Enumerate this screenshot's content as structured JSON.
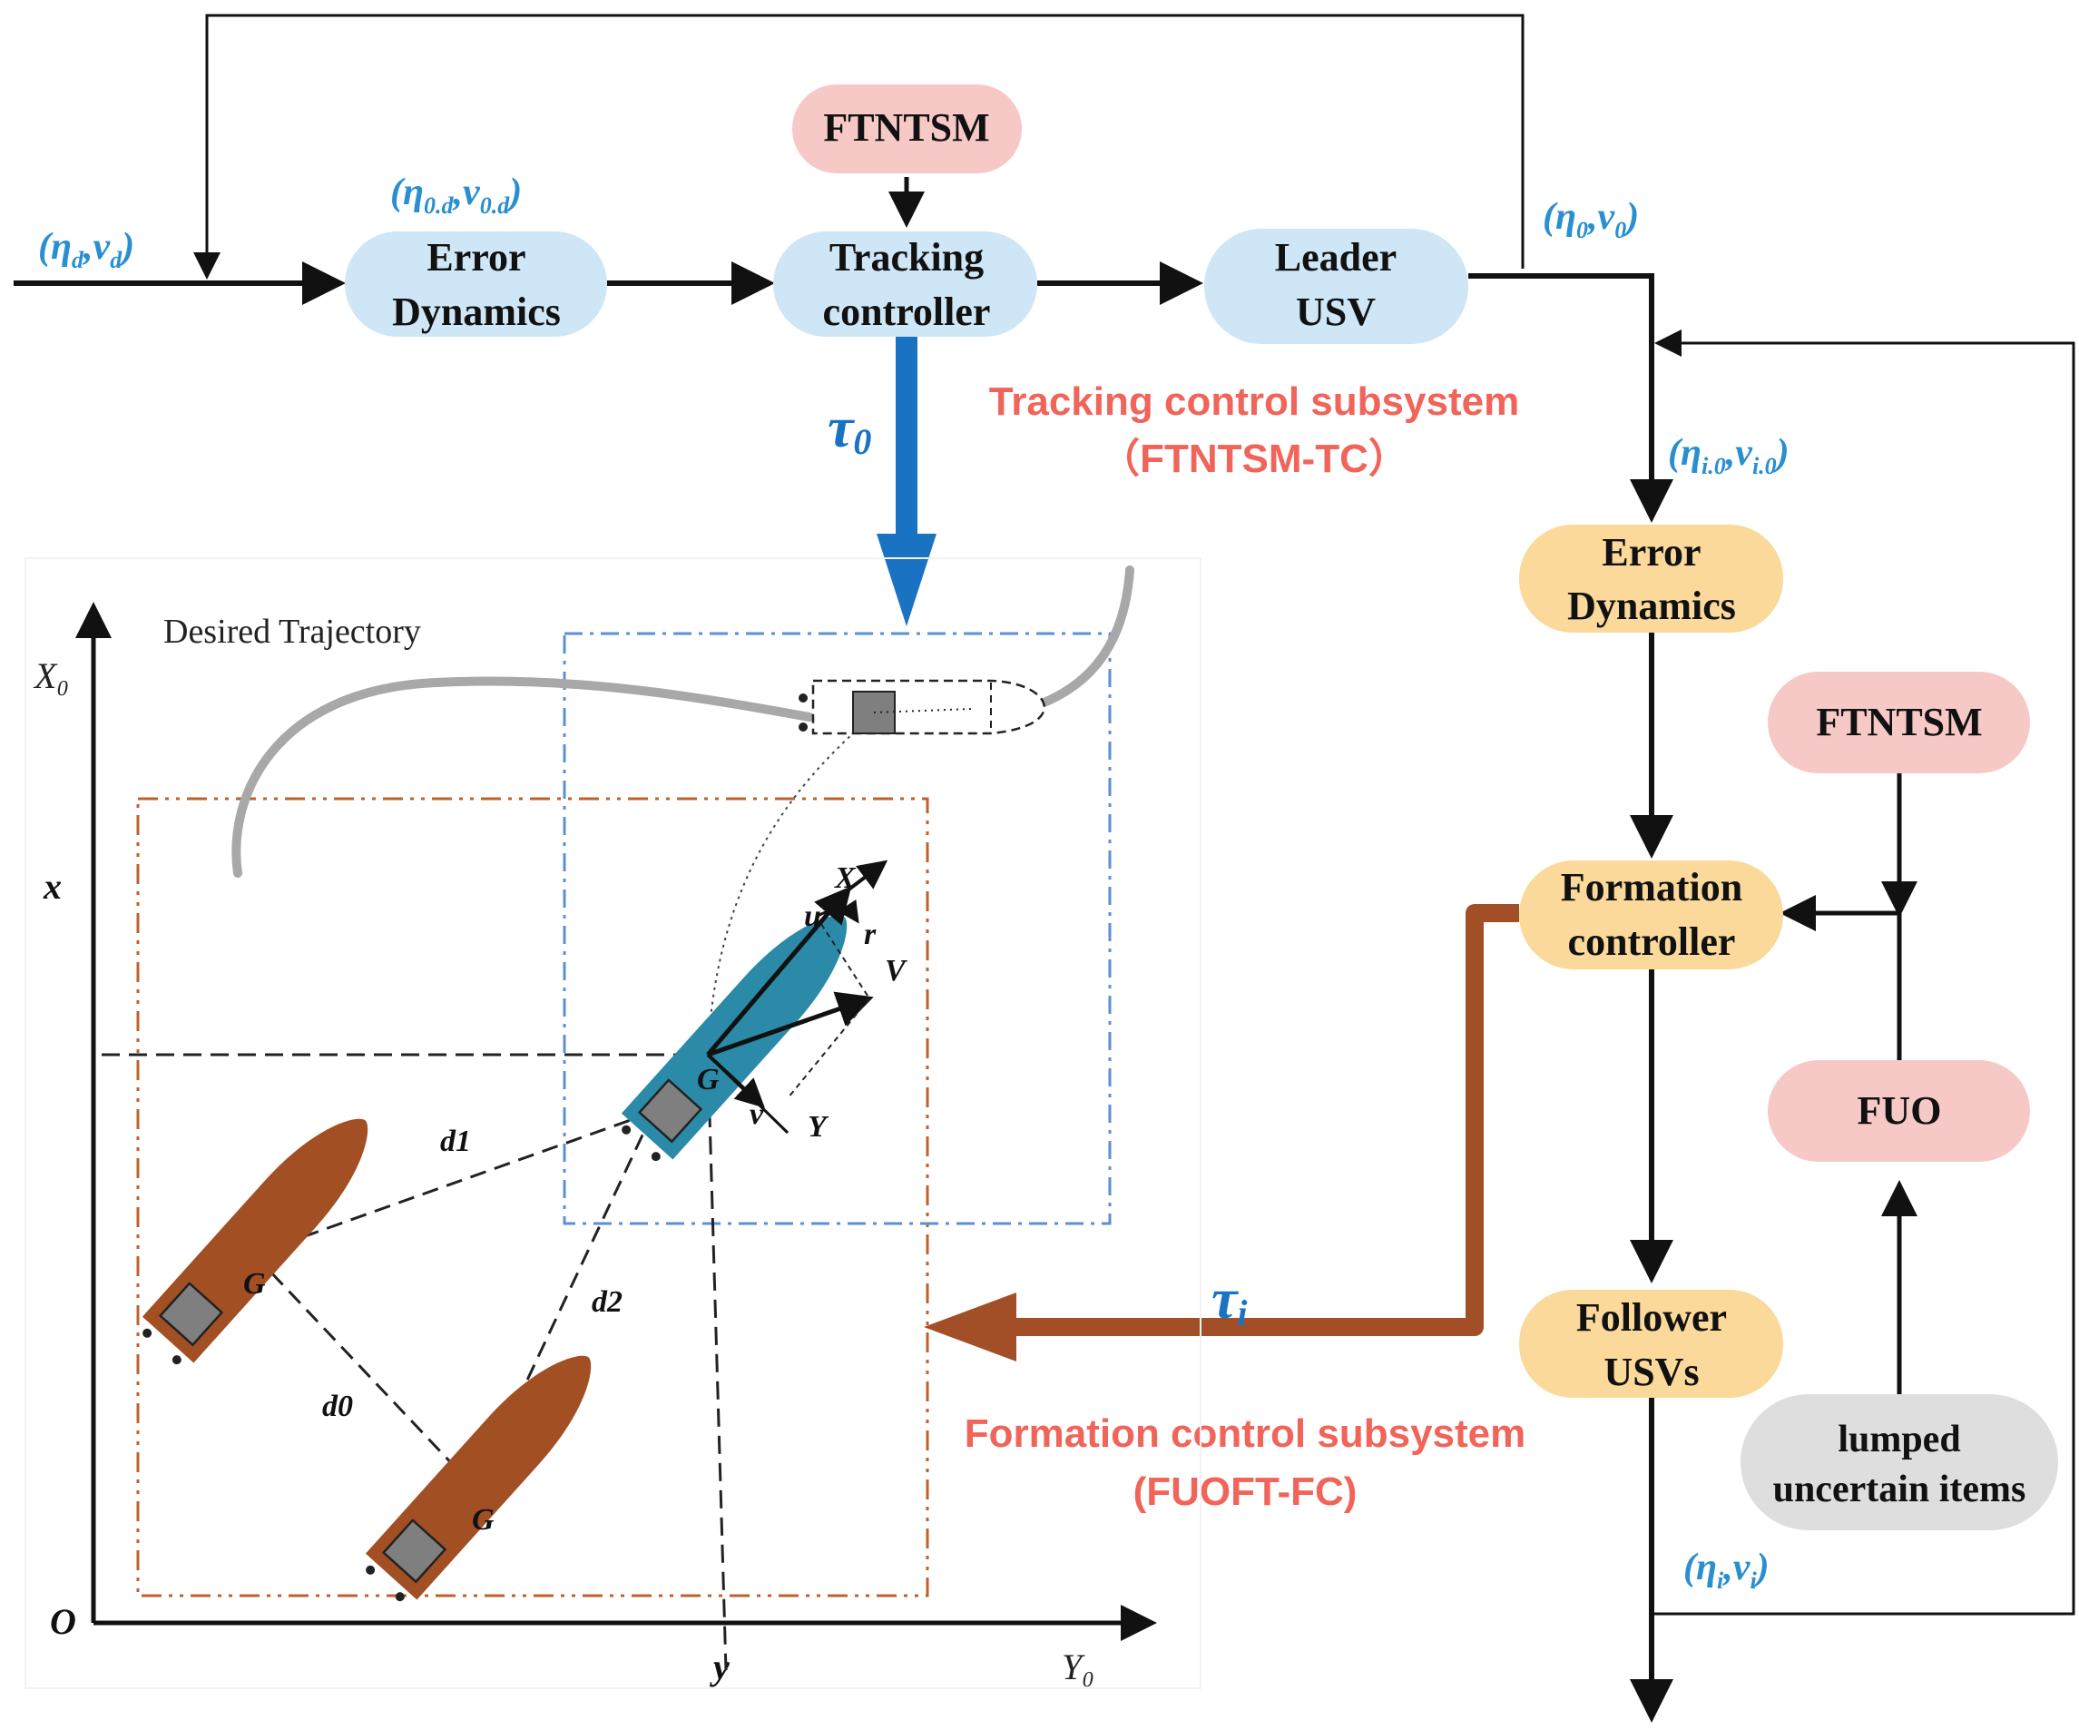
{
  "nodes": {
    "ftntsm_top": "FTNTSM",
    "error_dyn_top": [
      "Error",
      "Dynamics"
    ],
    "tracking_ctrl": [
      "Tracking",
      "controller"
    ],
    "leader_usv": [
      "Leader",
      "USV"
    ],
    "error_dyn_right": [
      "Error",
      "Dynamics"
    ],
    "ftntsm_right": "FTNTSM",
    "formation_ctrl": [
      "Formation",
      "controller"
    ],
    "fuo": "FUO",
    "follower_usvs": [
      "Follower",
      "USVs"
    ],
    "lumped": [
      "lumped",
      "uncertain items"
    ]
  },
  "signals": {
    "eta_d": {
      "main": "(η",
      "sub1": "d",
      "mid": ",v",
      "sub2": "d",
      "end": ")"
    },
    "eta_0d": {
      "main": "(η",
      "sub1": "0.d",
      "mid": ",v",
      "sub2": "0.d",
      "end": ")"
    },
    "eta_0": {
      "main": "(η",
      "sub1": "0",
      "mid": ",v",
      "sub2": "0",
      "end": ")"
    },
    "eta_i0": {
      "main": "(η",
      "sub1": "i.0",
      "mid": ",v",
      "sub2": "i.0",
      "end": ")"
    },
    "eta_i": {
      "main": "(η",
      "sub1": "i",
      "mid": ",v",
      "sub2": "i",
      "end": ")"
    },
    "tau_0": {
      "main": "τ",
      "sub": "0"
    },
    "tau_i": {
      "main": "τ",
      "sub": "i"
    }
  },
  "subsystems": {
    "tracking_title": "Tracking control subsystem",
    "tracking_abbr": "（FTNTSM-TC）",
    "formation_title": "Formation control subsystem",
    "formation_abbr": "(FUOFT-FC)"
  },
  "scene": {
    "desired_trajectory": "Desired Trajectory",
    "axis_x0": "X₀",
    "axis_y0": "Y₀",
    "label_x": "x",
    "label_y": "y",
    "origin": "O",
    "ship_G": "G",
    "body_X": "X",
    "body_Y": "Y",
    "body_u": "u",
    "body_r": "r",
    "body_V": "V",
    "body_v": "v",
    "d0": "d0",
    "d1": "d1",
    "d2": "d2"
  },
  "colors": {
    "blue_node": "#cfe6f6",
    "pink_node": "#f7c9c6",
    "orange_node": "#fad99a",
    "gray_node": "#dedede",
    "signal_blue": "#2a8fd0",
    "tau_arrow_blue": "#1a73c2",
    "tau_arrow_brown": "#a24f27",
    "subsystem_red": "#f0645a",
    "leader_ship": "#2b8aa8",
    "follower_ship": "#a24f24"
  }
}
